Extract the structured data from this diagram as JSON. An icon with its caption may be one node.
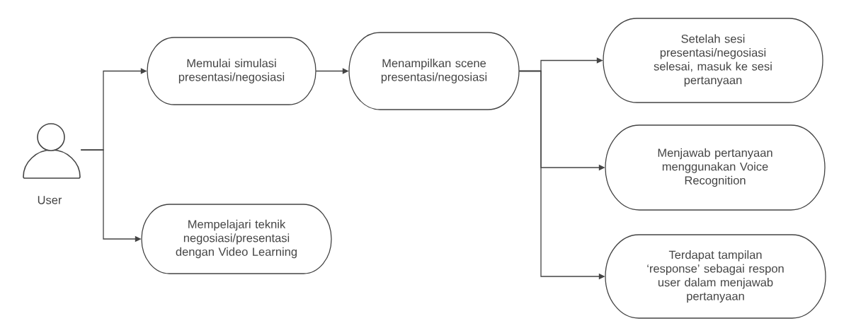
{
  "diagram": {
    "nodes": [
      {
        "text": [],
        "shape": "person",
        "beside": [
          "User"
        ]
      },
      {
        "text": [
          "Memulai simulasi presentasi/negosiasi"
        ]
      },
      {
        "text": [
          "Mempelajari teknik negosiasi/presentasi dengan Video Learning"
        ]
      },
      {
        "text": [
          "Menampilkan scene presentasi/negosiasi"
        ]
      },
      {
        "text": [
          "Setelah sesi presentasi/negosiasi selesai, masuk ke sesi pertanyaan"
        ]
      },
      {
        "text": [
          "Menjawab pertanyaan menggunakan Voice Recognition"
        ]
      },
      {
        "text": [
          "Terdapat tampilan ‘response’ sebagai respon user dalam menjawab pertanyaan"
        ]
      }
    ],
    "edges": [
      {
        "from": 0,
        "to": 1,
        "arrow": "to"
      },
      {
        "from": 0,
        "to": 2,
        "arrow": "to"
      },
      {
        "from": 1,
        "to": 3,
        "arrow": "to"
      },
      {
        "from": 3,
        "to": 4,
        "arrow": "to"
      },
      {
        "from": 3,
        "to": 5,
        "arrow": "to"
      },
      {
        "from": 3,
        "to": 6,
        "arrow": "to"
      }
    ]
  }
}
